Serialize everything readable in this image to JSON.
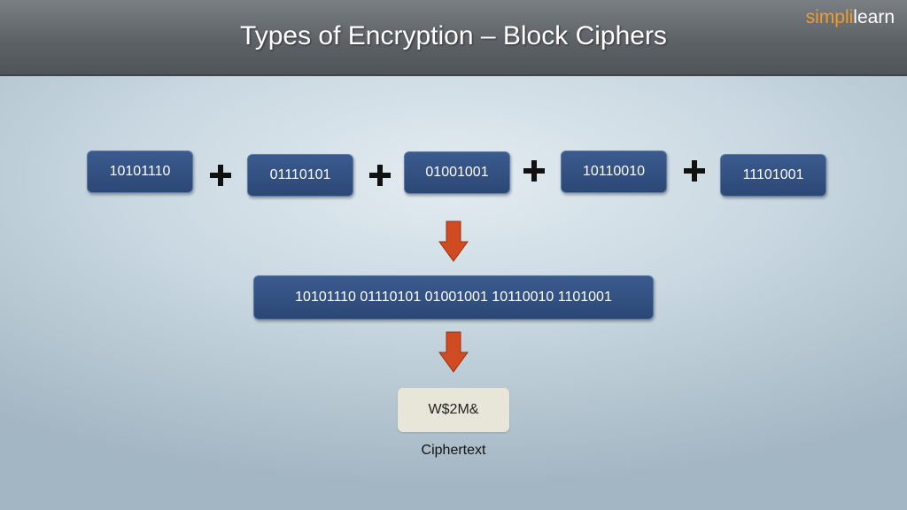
{
  "slide": {
    "title": "Types of Encryption – Block Ciphers"
  },
  "logo": {
    "part1": "simpl",
    "part2": "learn",
    "separator": "i",
    "accent_color": "#f39c2a"
  },
  "blocks": [
    {
      "label": "10101110"
    },
    {
      "label": "01110101"
    },
    {
      "label": "01001001"
    },
    {
      "label": "10110010"
    },
    {
      "label": "11101001"
    }
  ],
  "combined": {
    "label": "10101110 01110101 01001001 10110010 1101001"
  },
  "ciphertext": {
    "value": "W$2M&",
    "label": "Ciphertext"
  },
  "colors": {
    "block_fill": "#2f4d80",
    "arrow_fill": "#d04a22",
    "cipher_fill": "#e7e6d9"
  }
}
